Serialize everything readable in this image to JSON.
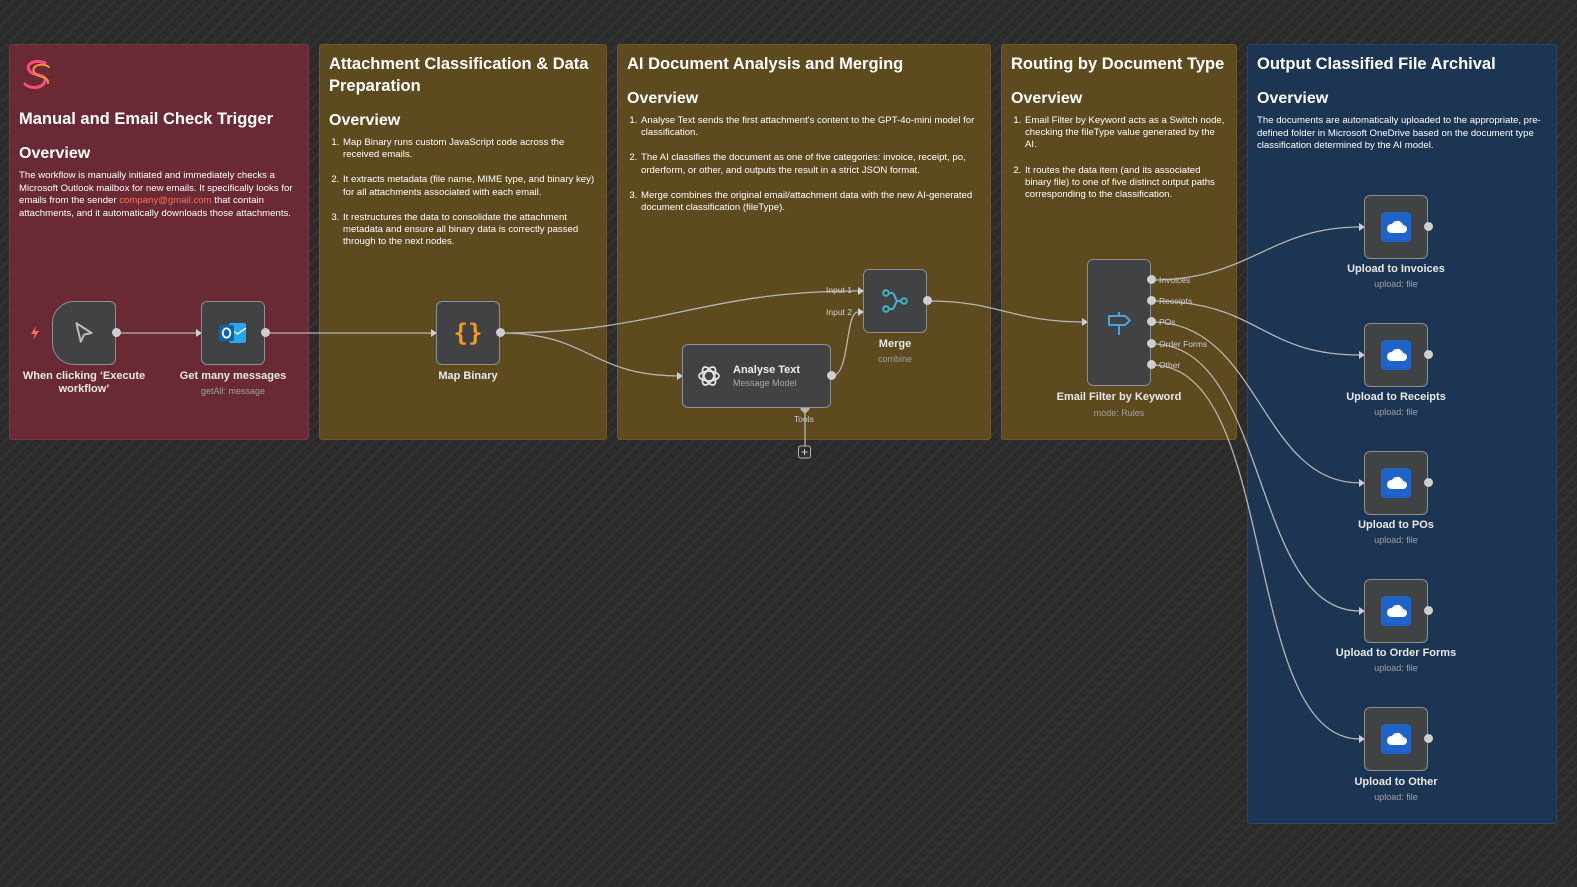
{
  "notes": {
    "trigger": {
      "title": "Manual and Email Check Trigger",
      "heading": "Overview",
      "text_before": "The workflow is manually initiated and immediately checks a Microsoft Outlook mailbox for new emails. It specifically looks for emails from the sender ",
      "email": "company@gmail.com",
      "text_after": " that contain attachments, and it automatically downloads those attachments."
    },
    "classification": {
      "title": "Attachment Classification & Data Preparation",
      "heading": "Overview",
      "items": [
        "Map Binary runs custom JavaScript code across the received emails.",
        "It extracts metadata (file name, MIME type, and binary key) for all attachments associated with each email.",
        "It restructures the data to consolidate the attachment metadata and ensure all binary data is correctly passed through to the next nodes."
      ]
    },
    "analysis": {
      "title": "AI Document Analysis and Merging",
      "heading": "Overview",
      "items": [
        "Analyse Text sends the first attachment's content to the GPT-4o-mini model for classification.",
        "The AI classifies the document as one of five categories: invoice, receipt, po, orderform, or other, and outputs the result in a strict JSON format.",
        "Merge combines the original email/attachment data with the new AI-generated document classification (fileType)."
      ]
    },
    "routing": {
      "title": "Routing by Document Type",
      "heading": "Overview",
      "items": [
        "Email Filter by Keyword acts as a Switch node, checking the fileType value generated by the AI.",
        "It routes the data item (and its associated binary file) to one of five distinct output paths corresponding to the classification."
      ]
    },
    "archival": {
      "title": "Output Classified File Archival",
      "heading": "Overview",
      "text": "The documents are automatically uploaded to the appropriate, pre-defined folder in Microsoft OneDrive based on the document type classification determined by the AI model."
    }
  },
  "nodes": {
    "manual_trigger": {
      "label": "When clicking ‘Execute workflow’",
      "icon": "cursor-icon"
    },
    "outlook": {
      "label": "Get many messages",
      "sub": "getAll: message",
      "icon": "outlook-icon"
    },
    "map_binary": {
      "label": "Map Binary",
      "icon": "code-braces-icon"
    },
    "analyse_text": {
      "label": "Analyse Text",
      "sub": "Message Model",
      "icon": "openai-icon",
      "tools_label": "Tools"
    },
    "merge": {
      "label": "Merge",
      "sub": "combine",
      "input1": "Input 1",
      "input2": "Input 2",
      "icon": "merge-icon"
    },
    "switch": {
      "label": "Email Filter by Keyword",
      "sub": "mode: Rules",
      "icon": "signpost-icon",
      "outputs": [
        "Invoices",
        "Receipts",
        "POs",
        "Order Forms",
        "Other"
      ]
    },
    "uploads": [
      {
        "label": "Upload to Invoices",
        "sub": "upload: file"
      },
      {
        "label": "Upload to Receipts",
        "sub": "upload: file"
      },
      {
        "label": "Upload to POs",
        "sub": "upload: file"
      },
      {
        "label": "Upload to Order Forms",
        "sub": "upload: file"
      },
      {
        "label": "Upload to Other",
        "sub": "upload: file"
      }
    ]
  },
  "colors": {
    "note_red": "#6a2a35",
    "note_yellow": "#5d4b1f",
    "note_blue": "#1c3553",
    "accent": "#ff6d5a",
    "onedrive": "#1d63c9",
    "map_binary_icon": "#f59b1b",
    "merge_icon": "#3fb5c9",
    "switch_icon": "#4aa3e0"
  }
}
